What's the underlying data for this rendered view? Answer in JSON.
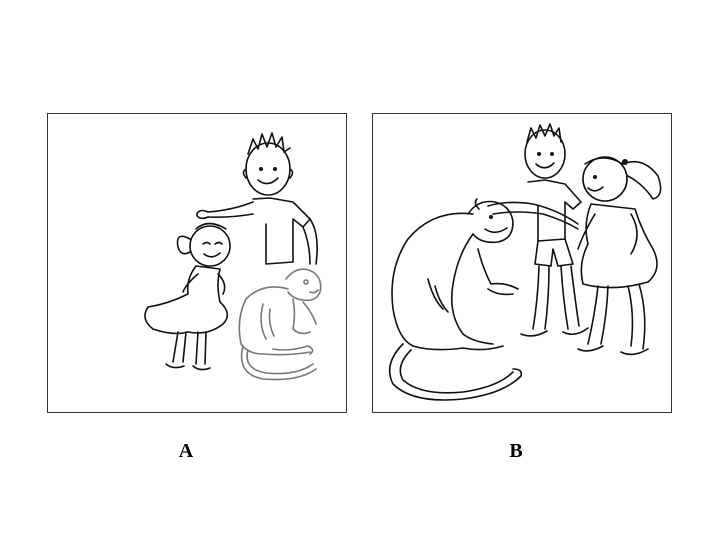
{
  "panels": [
    {
      "id": "panel-a",
      "label": "A"
    },
    {
      "id": "panel-b",
      "label": "B"
    }
  ],
  "colors": {
    "border": "#333333",
    "ink": "#111111",
    "faded_ink": "#777777",
    "background": "#ffffff"
  }
}
